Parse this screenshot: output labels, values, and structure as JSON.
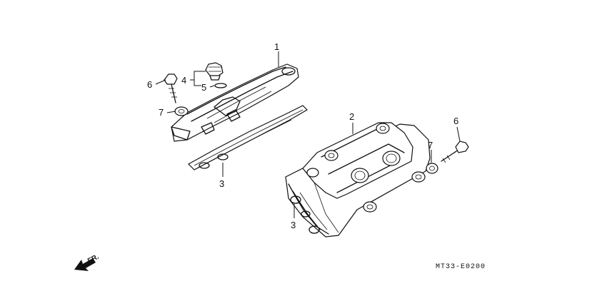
{
  "diagram": {
    "callouts": [
      {
        "id": "c1",
        "text": "1"
      },
      {
        "id": "c2",
        "text": "2"
      },
      {
        "id": "c3a",
        "text": "3"
      },
      {
        "id": "c3b",
        "text": "3"
      },
      {
        "id": "c4",
        "text": "4"
      },
      {
        "id": "c5",
        "text": "5"
      },
      {
        "id": "c6a",
        "text": "6"
      },
      {
        "id": "c6b",
        "text": "6"
      },
      {
        "id": "c7a",
        "text": "7"
      },
      {
        "id": "c7b",
        "text": "7"
      }
    ],
    "front_label": "FR.",
    "drawing_code": "MT33-E0200"
  }
}
